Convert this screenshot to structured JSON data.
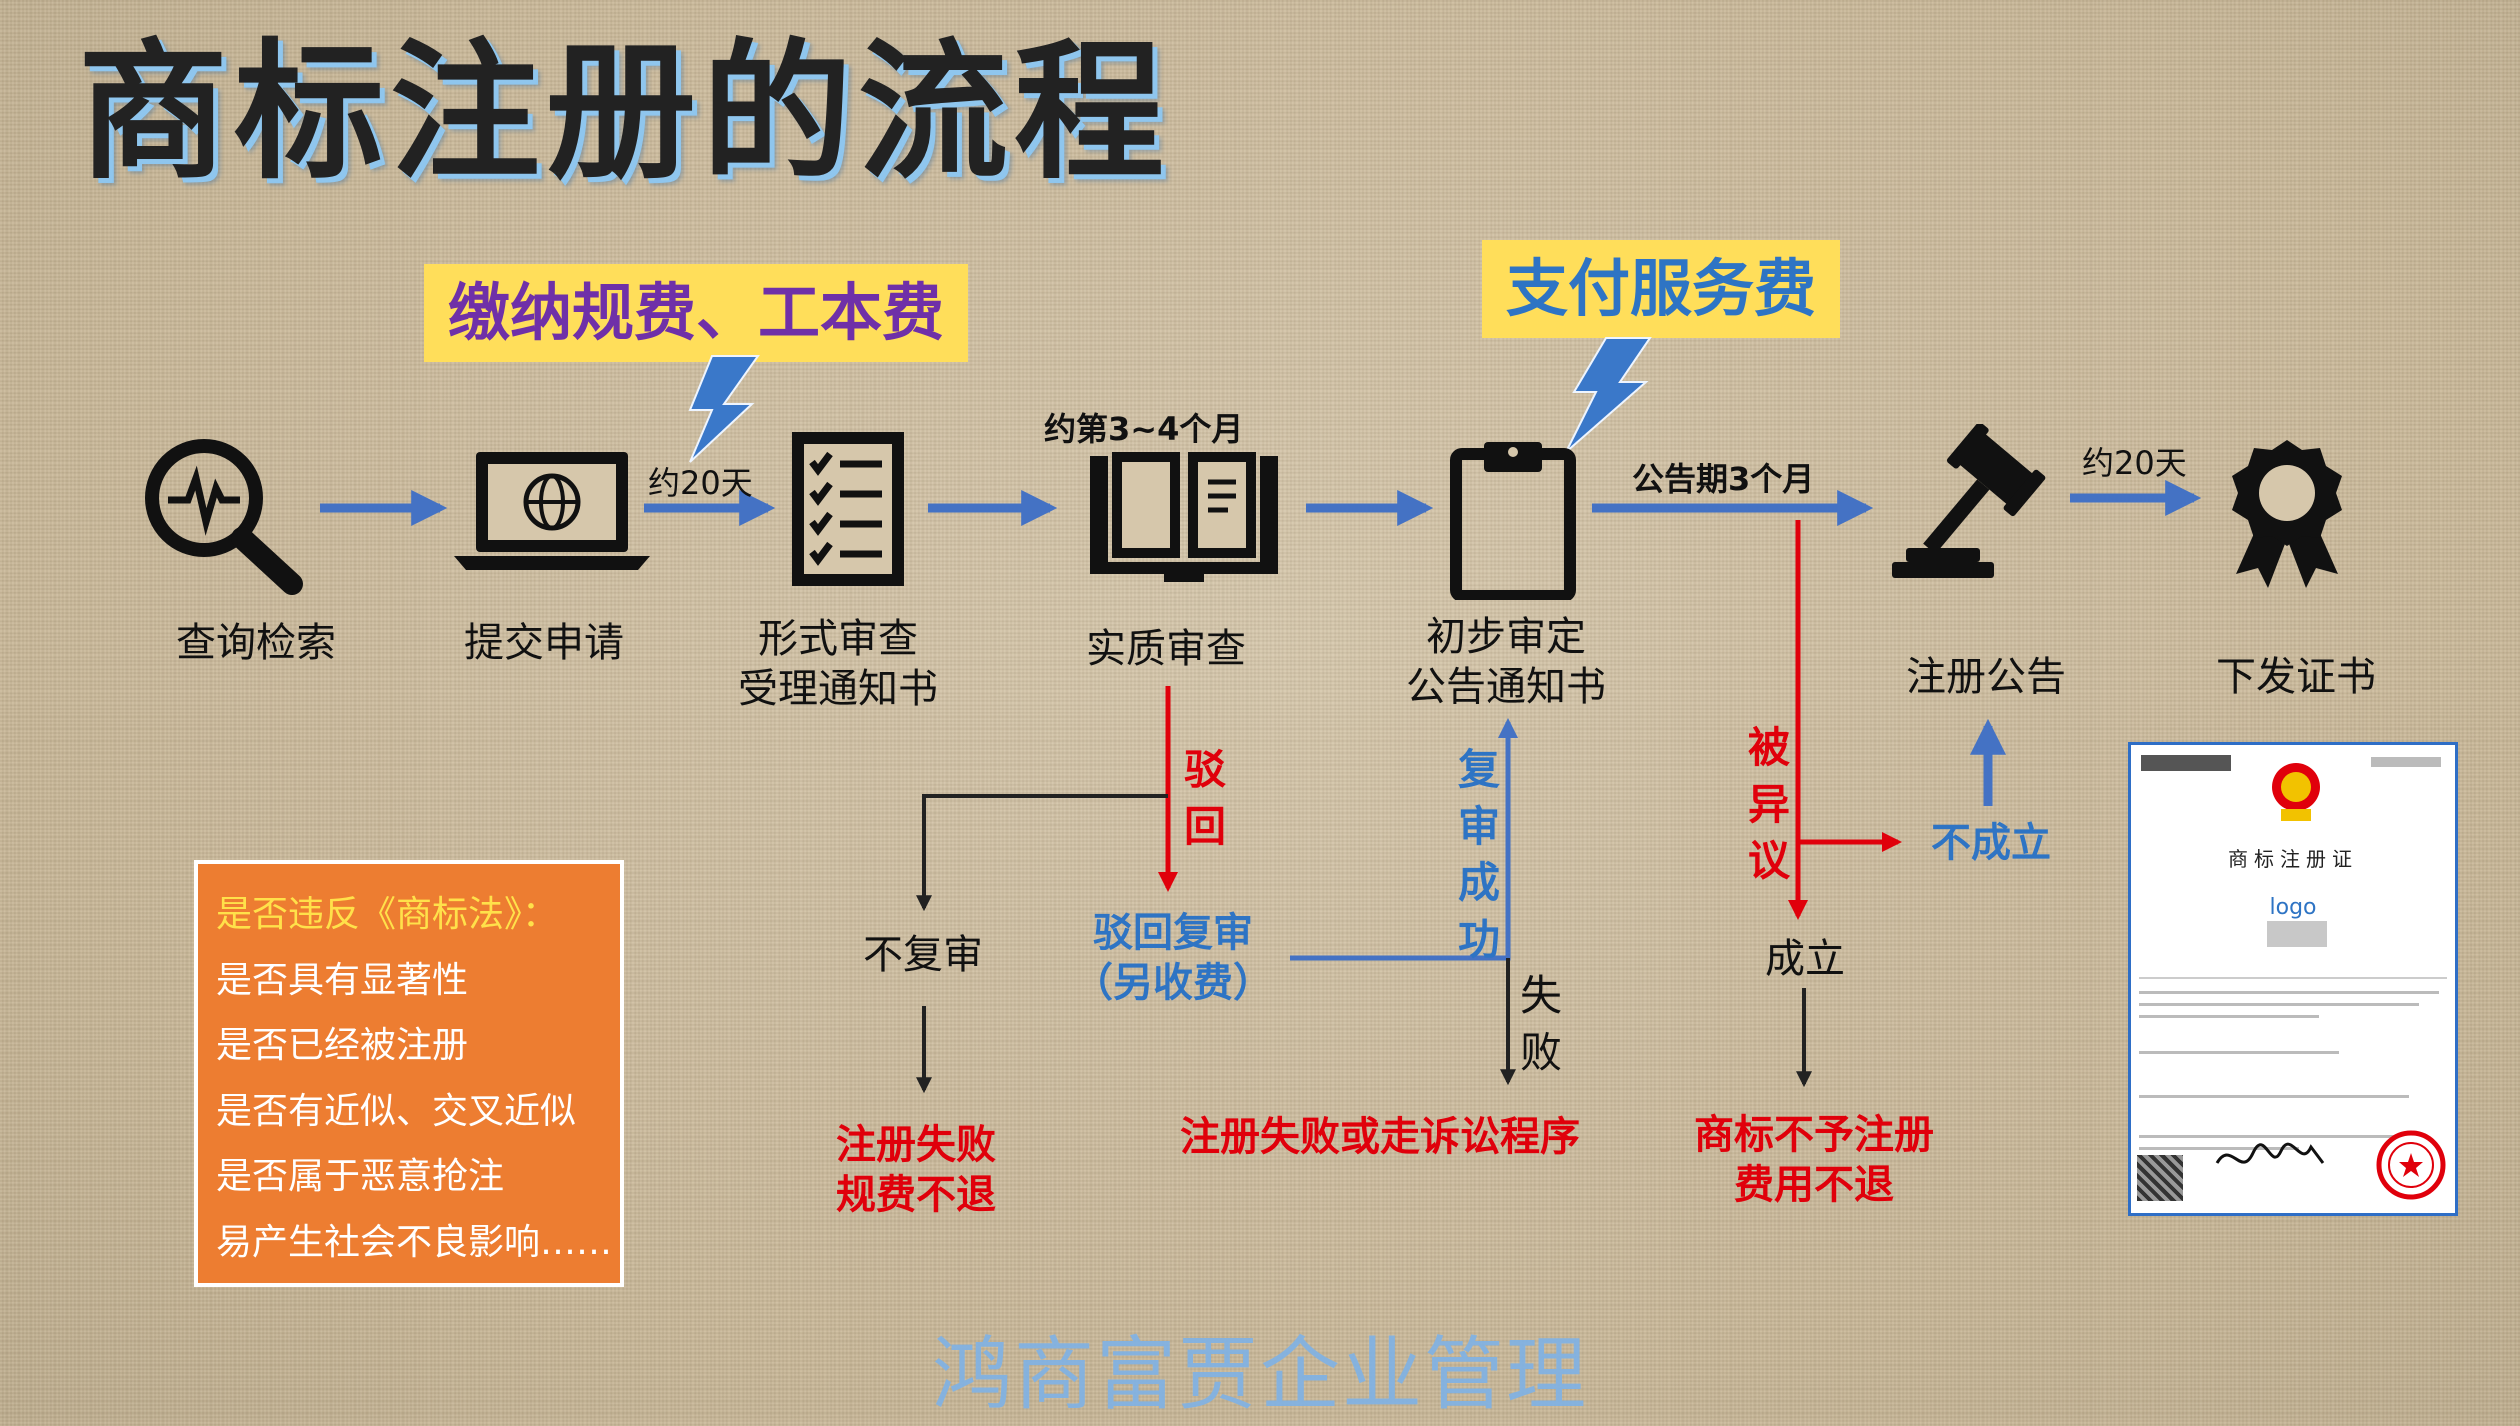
{
  "title": "商标注册的流程",
  "callouts": {
    "fees": "缴纳规费、工本费",
    "service": "支付服务费"
  },
  "steps": {
    "search": "查询检索",
    "submit": "提交申请",
    "formal_review": [
      "形式审查",
      "受理通知书"
    ],
    "substantive": "实质审查",
    "preliminary": [
      "初步审定",
      "公告通知书"
    ],
    "announcement": "注册公告",
    "certificate": "下发证书"
  },
  "timings": {
    "t1": "约20天",
    "t2": "约第3~4个月",
    "t3": "公告期3个月",
    "t4": "约20天"
  },
  "branches": {
    "rejected": "驳回",
    "no_review": "不复审",
    "review": [
      "驳回复审",
      "（另收费）"
    ],
    "review_success": "复审成功",
    "fail": "失败",
    "opposed": "被异议",
    "not_established": "不成立",
    "established": "成立"
  },
  "outcomes": {
    "fail_fee": [
      "注册失败",
      "规费不退"
    ],
    "fail_or_lawsuit": "注册失败或走诉讼程序",
    "not_granted": [
      "商标不予注册",
      "费用不退"
    ]
  },
  "checklist": {
    "header": "是否违反《商标法》：",
    "items": [
      "是否具有显著性",
      "是否已经被注册",
      "是否有近似、交叉近似",
      "是否属于恶意抢注",
      "易产生社会不良影响……"
    ]
  },
  "certificate_card": {
    "title": "商标注册证",
    "logo_text": "logo"
  },
  "footer": "鸿商富贾企业管理",
  "colors": {
    "arrow_blue": "#4472c4",
    "red": "#e0000b",
    "highlight": "#ffde5a",
    "orange": "#ed7d31"
  }
}
